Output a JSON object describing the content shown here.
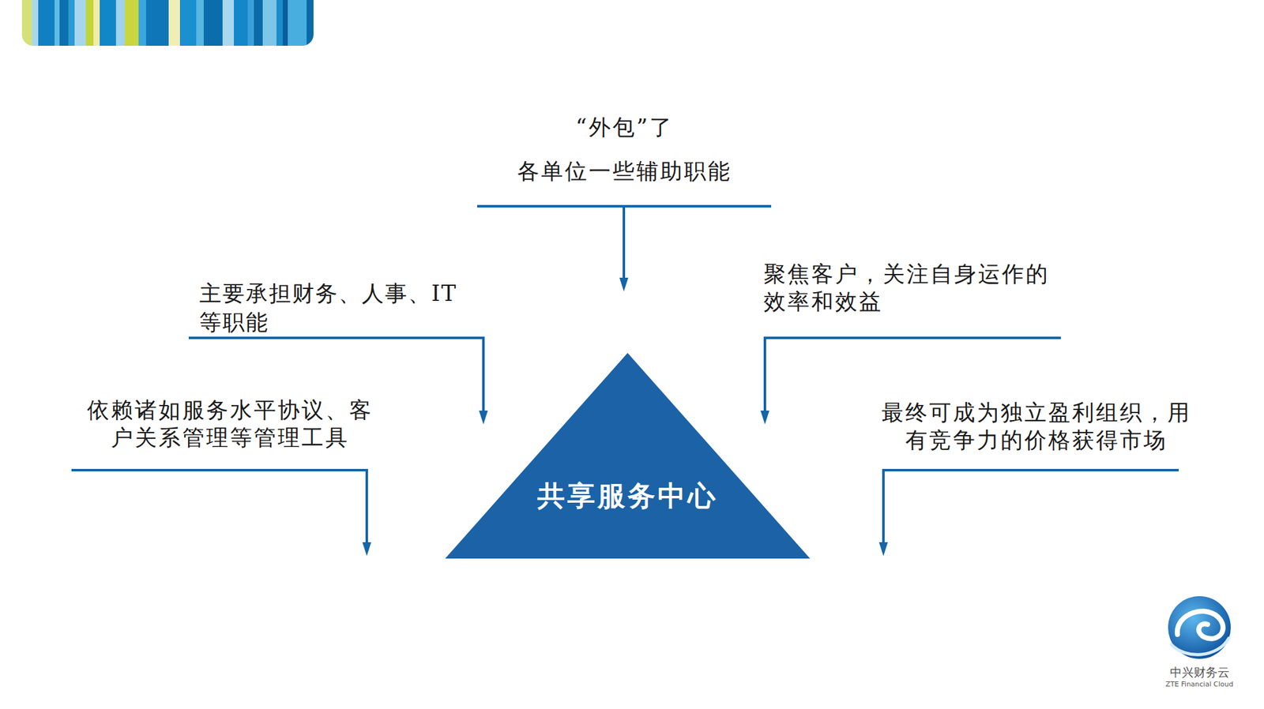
{
  "diagram": {
    "nodes": [
      {
        "text": [
          "共享服务中心"
        ]
      }
    ],
    "labels": [
      "“外包”了 各单位一些辅助职能",
      "主要承担财务、人事、IT 等职能",
      "聚焦客户，关注自身运作的 效率和效益",
      "依赖诸如服务水平协议、客 户关系管理等管理工具",
      "最终可成为独立盈利组织，用 有竞争力的价格获得市场",
      "中兴财务云",
      "ZTE Financial Cloud"
    ]
  }
}
